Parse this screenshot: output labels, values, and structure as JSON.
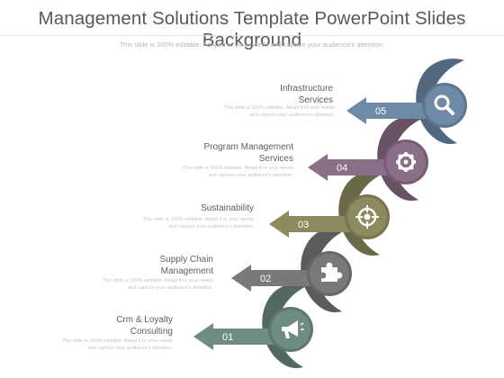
{
  "title": "Management Solutions Template PowerPoint Slides Background",
  "subtitle": "This slide is 100% editable. Adapt it to your needs and capture your audience's attention.",
  "steps": [
    {
      "number": "05",
      "title_lines": [
        "Infrastructure",
        "Services"
      ],
      "desc_lines": [
        "This slide is 100% editable. Adapt it to your needs",
        "and capture your audience's attention."
      ],
      "icon": "magnifier-icon",
      "color": "#6f8aa6"
    },
    {
      "number": "04",
      "title_lines": [
        "Program Management",
        "Services"
      ],
      "desc_lines": [
        "This slide is 100% editable. Adapt it to your needs",
        "and capture your audience's attention."
      ],
      "icon": "gear-icon",
      "color": "#8a6f88"
    },
    {
      "number": "03",
      "title_lines": [
        "Sustainability"
      ],
      "desc_lines": [
        "This slide is 100% editable. Adapt it to your needs",
        "and capture your audience's attention."
      ],
      "icon": "target-icon",
      "color": "#8c8a5e"
    },
    {
      "number": "02",
      "title_lines": [
        "Supply Chain",
        "Management"
      ],
      "desc_lines": [
        "This slide is 100% editable. Adapt it to your needs",
        "and capture your audience's attention."
      ],
      "icon": "puzzle-icon",
      "color": "#797979"
    },
    {
      "number": "01",
      "title_lines": [
        "Crm & Loyalty",
        "Consulting"
      ],
      "desc_lines": [
        "This slide is 100% editable. Adapt it to your needs",
        "and capture your audience's attention."
      ],
      "icon": "megaphone-icon",
      "color": "#6f8c80"
    }
  ]
}
